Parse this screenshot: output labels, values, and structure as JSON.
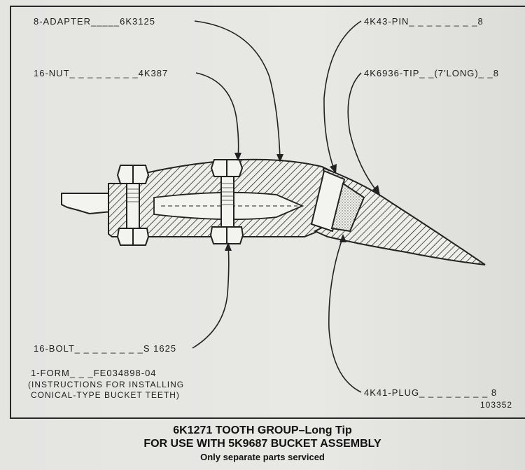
{
  "labels": {
    "adapter": "8-ADAPTER_____6K3125",
    "nut": "16-NUT_ _ _ _ _ _ _ _4K387",
    "bolt": "16-BOLT_ _ _ _ _ _ _ _S 1625",
    "form_line1": "1-FORM_ _ _FE034898-04",
    "form_line2": "(INSTRUCTIONS FOR INSTALLING",
    "form_line3": "CONICAL-TYPE BUCKET TEETH)",
    "pin": "4K43-PIN_ _ _ _ _ _ _ _8",
    "tip": "4K6936-TIP_ _(7'LONG)_ _8",
    "plug": "4K41-PLUG_ _ _ _ _ _ _ _ 8",
    "drawing_number": "103352"
  },
  "caption": {
    "line1": "6K1271 TOOTH GROUP–Long Tip",
    "line2": "FOR USE WITH 5K9687 BUCKET ASSEMBLY",
    "line3": "Only separate parts serviced"
  }
}
